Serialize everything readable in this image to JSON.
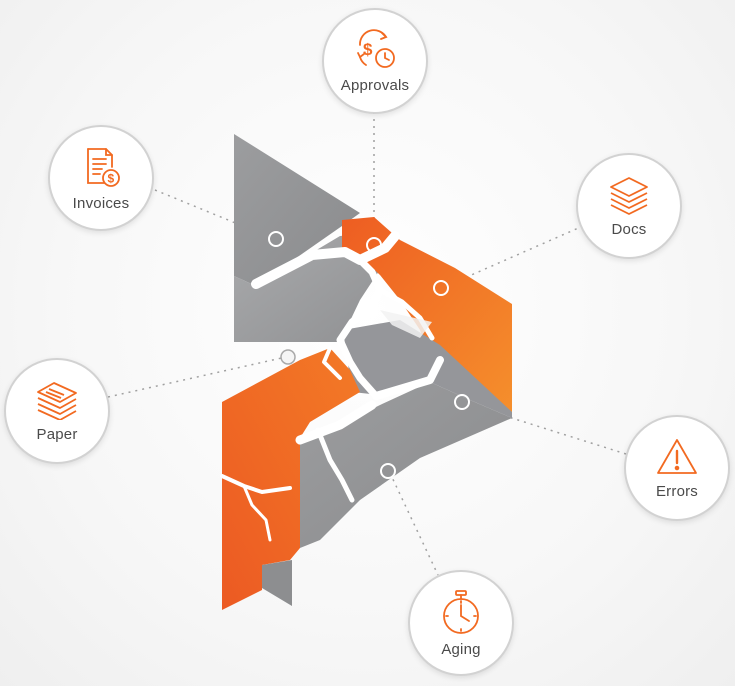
{
  "colors": {
    "accent": "#f26a21",
    "accent_light": "#f7962f",
    "gray_dark": "#8e8f91",
    "gray_light": "#b3b4b6",
    "connector": "#9a9a9a"
  },
  "nodes": [
    {
      "id": "approvals",
      "label": "Approvals",
      "icon": "dollar-clock-cycle-icon"
    },
    {
      "id": "invoices",
      "label": "Invoices",
      "icon": "invoice-dollar-icon"
    },
    {
      "id": "docs",
      "label": "Docs",
      "icon": "stacked-layers-icon"
    },
    {
      "id": "paper",
      "label": "Paper",
      "icon": "paper-stack-icon"
    },
    {
      "id": "errors",
      "label": "Errors",
      "icon": "warning-triangle-icon"
    },
    {
      "id": "aging",
      "label": "Aging",
      "icon": "stopwatch-icon"
    }
  ]
}
